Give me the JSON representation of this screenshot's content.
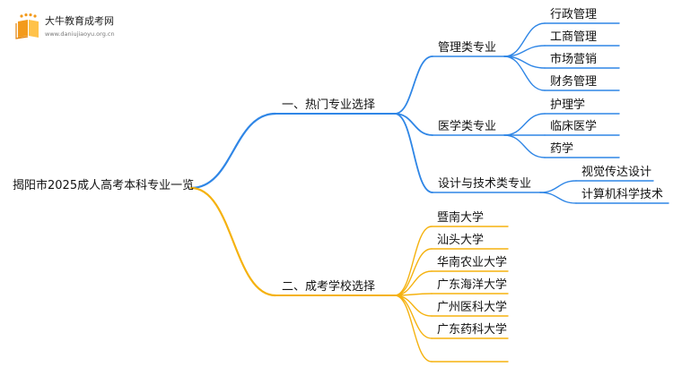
{
  "logo": {
    "title": "大牛教育成考网",
    "url": "www.daniujiaoyu.org.cn"
  },
  "colors": {
    "blue": "#2f86e6",
    "orange": "#f5b20f",
    "logo_orange": "#f39a1b"
  },
  "mindmap": {
    "root": "揭阳市2025成人高考本科专业一览",
    "branches": [
      {
        "label": "一、热门专业选择",
        "color": "blue",
        "children": [
          {
            "label": "管理类专业",
            "children": [
              "行政管理",
              "工商管理",
              "市场营销",
              "财务管理"
            ]
          },
          {
            "label": "医学类专业",
            "children": [
              "护理学",
              "临床医学",
              "药学"
            ]
          },
          {
            "label": "设计与技术类专业",
            "children": [
              "视觉传达设计",
              "计算机科学技术"
            ]
          }
        ]
      },
      {
        "label": "二、成考学校选择",
        "color": "orange",
        "children": [
          "暨南大学",
          "汕头大学",
          "华南农业大学",
          "广东海洋大学",
          "广州医科大学",
          "广东药科大学",
          ""
        ]
      }
    ]
  }
}
